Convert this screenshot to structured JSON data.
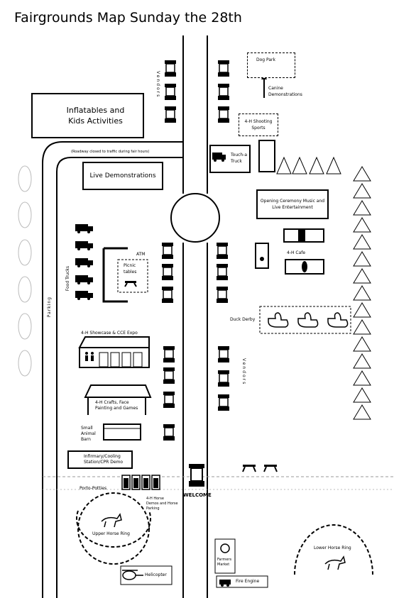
{
  "title": "Fairgrounds Map Sunday the 28th",
  "labels": {
    "inflatables": "Inflatables and\nKids Activities",
    "roadway_note": "(Roadway closed to traffic during fair hours)",
    "live_demos": "Live Demonstrations",
    "dog_park": "Dog Park",
    "canine_demos": "Canine\nDemonstrations",
    "shooting_sports": "4-H Shooting\nSports",
    "touch_truck": "Touch-a\nTruck",
    "opening_ceremony": "Opening Ceremony Music and\nLive Entertainment",
    "atm": "ATM",
    "picnic_tables": "Picnic\ntables",
    "food_trucks": "Food Trucks",
    "parking": "Parking",
    "cafe": "4-H Cafe",
    "duck_derby": "Duck Derby",
    "vendors": "Vendors",
    "showcase": "4-H Showcase  & CCE Expo",
    "crafts": "4-H Crafts, Face\nPainting and Games",
    "small_animal_barn": "Small\nAnimal\nBarn",
    "infirmary": "Infirmary/Cooling\nStation/CPR Demo",
    "porto_potties": "Porto-Potties",
    "horse_demo": "4-H Horse\nDemos and Horse\nParking",
    "welcome": "WELCOME",
    "upper_horse_ring": "Upper Horse Ring",
    "lower_horse_ring": "Lower Horse Ring",
    "farmers_market": "Farmers\nMarket",
    "fire_engine": "Fire Engine",
    "helicopter": "Helicopter"
  },
  "icons": [
    "circus-tent-icon",
    "truck-icon",
    "vendor-booth-icon",
    "tree-icon",
    "duck-icon",
    "horse-icon",
    "helicopter-icon",
    "fire-engine-icon",
    "apple-icon",
    "picnic-table-icon",
    "drink-icon",
    "corn-icon",
    "porta-potty-icon",
    "restroom-icon"
  ]
}
